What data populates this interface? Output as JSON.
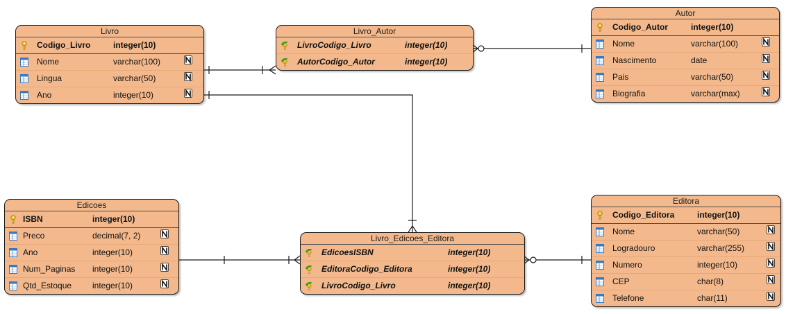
{
  "entities": {
    "livro": {
      "title": "Livro",
      "columns": [
        {
          "name": "Codigo_Livro",
          "type": "integer(10)",
          "kind": "pk",
          "nullable": false
        },
        {
          "name": "Nome",
          "type": "varchar(100)",
          "kind": "col",
          "nullable": true
        },
        {
          "name": "Lingua",
          "type": "varchar(50)",
          "kind": "col",
          "nullable": true
        },
        {
          "name": "Ano",
          "type": "integer(10)",
          "kind": "col",
          "nullable": true
        }
      ]
    },
    "livro_autor": {
      "title": "Livro_Autor",
      "columns": [
        {
          "name": "LivroCodigo_Livro",
          "type": "integer(10)",
          "kind": "fk",
          "nullable": false
        },
        {
          "name": "AutorCodigo_Autor",
          "type": "integer(10)",
          "kind": "fk",
          "nullable": false
        }
      ]
    },
    "autor": {
      "title": "Autor",
      "columns": [
        {
          "name": "Codigo_Autor",
          "type": "integer(10)",
          "kind": "pk",
          "nullable": false
        },
        {
          "name": "Nome",
          "type": "varchar(100)",
          "kind": "col",
          "nullable": true
        },
        {
          "name": "Nascimento",
          "type": "date",
          "kind": "col",
          "nullable": true
        },
        {
          "name": "Pais",
          "type": "varchar(50)",
          "kind": "col",
          "nullable": true
        },
        {
          "name": "Biografia",
          "type": "varchar(max)",
          "kind": "col",
          "nullable": true
        }
      ]
    },
    "edicoes": {
      "title": "Edicoes",
      "columns": [
        {
          "name": "ISBN",
          "type": "integer(10)",
          "kind": "pk",
          "nullable": false
        },
        {
          "name": "Preco",
          "type": "decimal(7, 2)",
          "kind": "col",
          "nullable": true
        },
        {
          "name": "Ano",
          "type": "integer(10)",
          "kind": "col",
          "nullable": true
        },
        {
          "name": "Num_Paginas",
          "type": "integer(10)",
          "kind": "col",
          "nullable": true
        },
        {
          "name": "Qtd_Estoque",
          "type": "integer(10)",
          "kind": "col",
          "nullable": true
        }
      ]
    },
    "livro_edicoes_editora": {
      "title": "Livro_Edicoes_Editora",
      "columns": [
        {
          "name": "EdicoesISBN",
          "type": "integer(10)",
          "kind": "fk",
          "nullable": false
        },
        {
          "name": "EditoraCodigo_Editora",
          "type": "integer(10)",
          "kind": "fk",
          "nullable": false
        },
        {
          "name": "LivroCodigo_Livro",
          "type": "integer(10)",
          "kind": "fk",
          "nullable": false
        }
      ]
    },
    "editora": {
      "title": "Editora",
      "columns": [
        {
          "name": "Codigo_Editora",
          "type": "integer(10)",
          "kind": "pk",
          "nullable": false
        },
        {
          "name": "Nome",
          "type": "varchar(50)",
          "kind": "col",
          "nullable": true
        },
        {
          "name": "Logradouro",
          "type": "varchar(255)",
          "kind": "col",
          "nullable": true
        },
        {
          "name": "Numero",
          "type": "integer(10)",
          "kind": "col",
          "nullable": true
        },
        {
          "name": "CEP",
          "type": "char(8)",
          "kind": "col",
          "nullable": true
        },
        {
          "name": "Telefone",
          "type": "char(11)",
          "kind": "col",
          "nullable": true
        }
      ]
    }
  },
  "relationships": [
    {
      "from": "livro",
      "to": "livro_autor",
      "from_end": "one",
      "to_end": "one-or-many"
    },
    {
      "from": "autor",
      "to": "livro_autor",
      "from_end": "one",
      "to_end": "zero-or-many"
    },
    {
      "from": "livro",
      "to": "livro_edicoes_editora",
      "from_end": "one",
      "to_end": "one-or-many"
    },
    {
      "from": "edicoes",
      "to": "livro_edicoes_editora",
      "from_end": "one",
      "to_end": "one-or-many"
    },
    {
      "from": "editora",
      "to": "livro_edicoes_editora",
      "from_end": "one",
      "to_end": "zero-or-many"
    }
  ],
  "colors": {
    "entity_fill": "#f3b98c",
    "entity_border": "#1c1c1c",
    "line": "#1a1a1a"
  },
  "icons": {
    "pk": "key-icon",
    "fk": "foreign-key-icon",
    "col": "column-icon",
    "nullable": "nullable-n-icon"
  }
}
